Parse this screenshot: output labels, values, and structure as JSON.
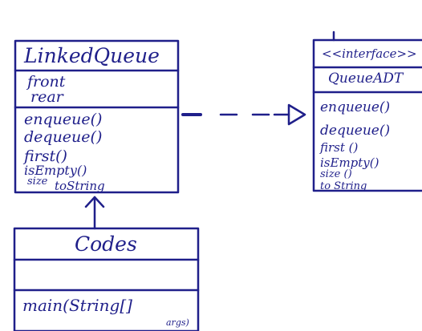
{
  "colors": {
    "ink": "#1f1f8a",
    "paper": "#ffffff"
  },
  "linked_queue": {
    "name": "LinkedQueue",
    "attributes": [
      "front",
      "rear"
    ],
    "methods": [
      "enqueue()",
      "dequeue()",
      "first()",
      "isEmpty()",
      "size",
      "toString"
    ]
  },
  "queue_adt": {
    "stereotype": "<<interface>>",
    "name": "QueueADT",
    "methods": [
      "enqueue()",
      "dequeue()",
      "first ()",
      "isEmpty()",
      "size ()",
      "to String"
    ]
  },
  "codes": {
    "name": "Codes",
    "methods": [
      "main(String[]",
      "args)"
    ]
  }
}
